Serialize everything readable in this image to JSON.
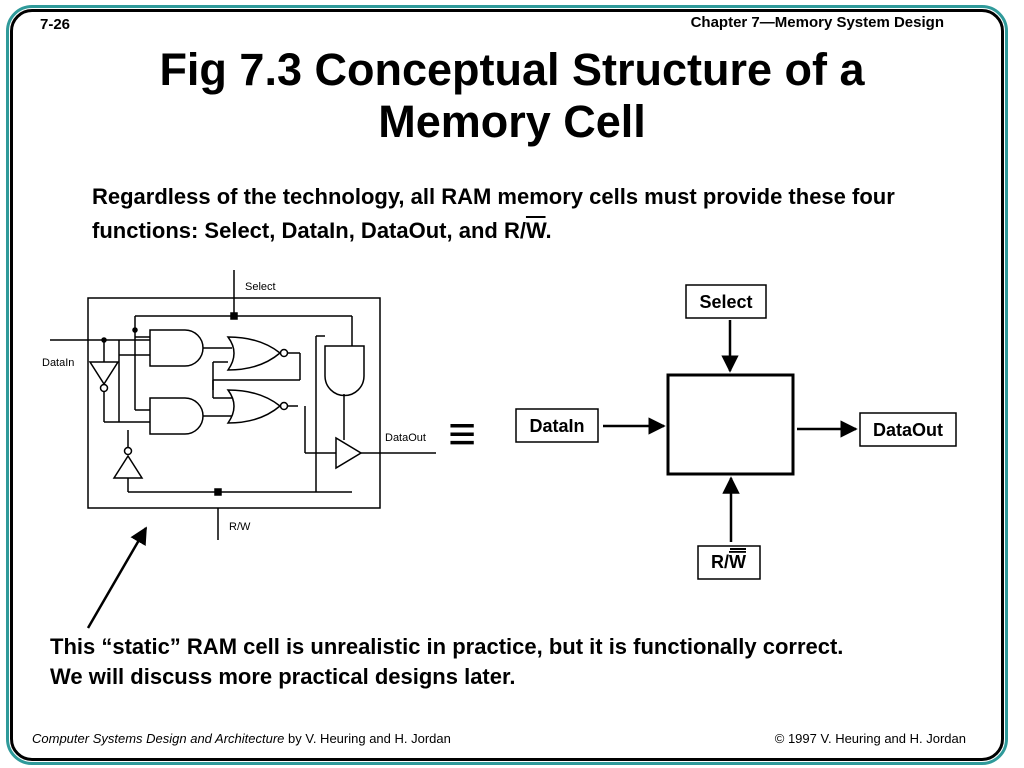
{
  "header": {
    "page_number": "7-26",
    "chapter": "Chapter 7—Memory System Design"
  },
  "title": {
    "line1": "Fig 7.3  Conceptual Structure of a",
    "line2": "Memory Cell"
  },
  "lead": {
    "part1": "Regardless of the technology, all RAM memory cells must provide these four functions: Select, DataIn, DataOut, and R/",
    "w_overlined": "W",
    "part2": "."
  },
  "circuit": {
    "select_label": "Select",
    "datain_label": "DataIn",
    "dataout_label": "DataOut",
    "rw_label": "R/W"
  },
  "equivalence_symbol": "≡",
  "block": {
    "select_label": "Select",
    "datain_label": "DataIn",
    "dataout_label": "DataOut",
    "rw_prefix": "R/",
    "rw_overlined": "W"
  },
  "note": {
    "line1": "This “static” RAM cell is unrealistic in practice, but it is functionally correct.",
    "line2": "We will discuss more practical designs later."
  },
  "footer": {
    "book_title": "Computer Systems Design and Architecture",
    "book_authors": " by V. Heuring and H. Jordan",
    "copyright": "© 1997 V. Heuring and H. Jordan"
  }
}
